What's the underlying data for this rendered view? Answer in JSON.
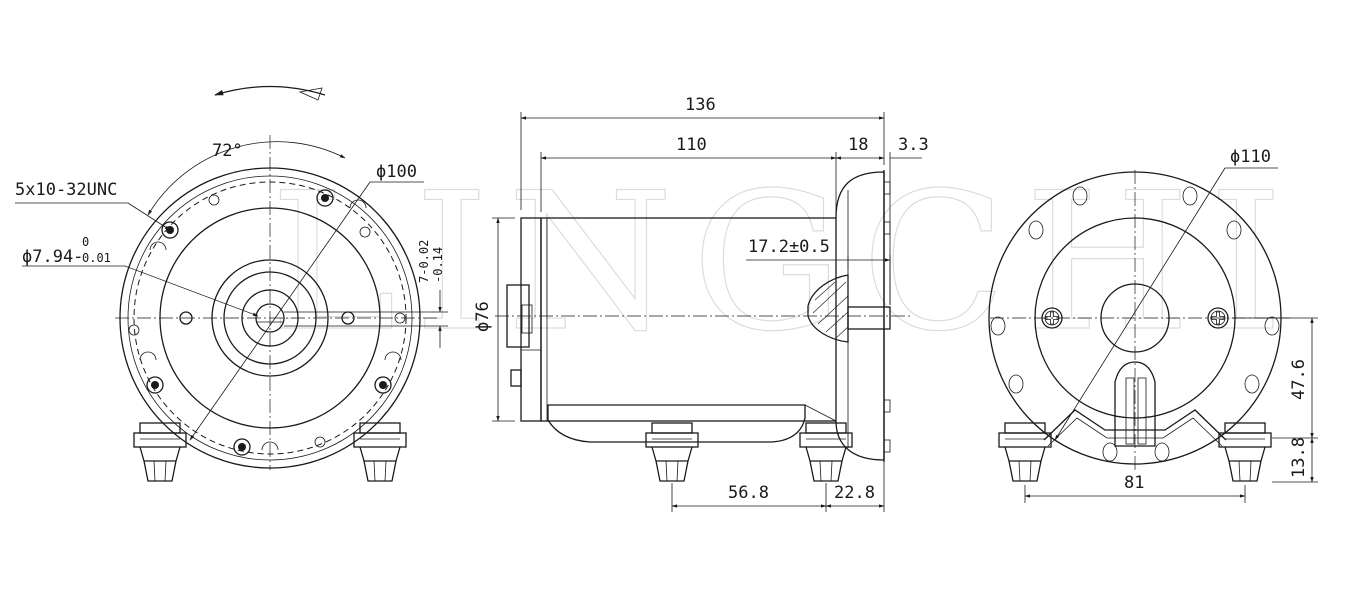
{
  "watermark": "LINGCHI",
  "front_view": {
    "angle_label": "72°",
    "thread_label": "5x10-32UNC",
    "diameter_label": "ϕ100",
    "shaft_label": "ϕ7.94-",
    "shaft_tol_upper": "0",
    "shaft_tol_lower": "0.01",
    "flat_label": "7-0.02",
    "flat_tol": "-0.14"
  },
  "side_view": {
    "overall_length": "136",
    "body_length": "110",
    "cap_length": "18",
    "shaft_extension": "3.3",
    "keyway_length": "17.2±0.5",
    "body_diameter": "ϕ76",
    "foot_spacing": "56.8",
    "foot_offset": "22.8"
  },
  "rear_view": {
    "diameter_label": "ϕ110",
    "foot_spacing": "81",
    "shaft_height": "47.6",
    "foot_height": "13.8"
  }
}
